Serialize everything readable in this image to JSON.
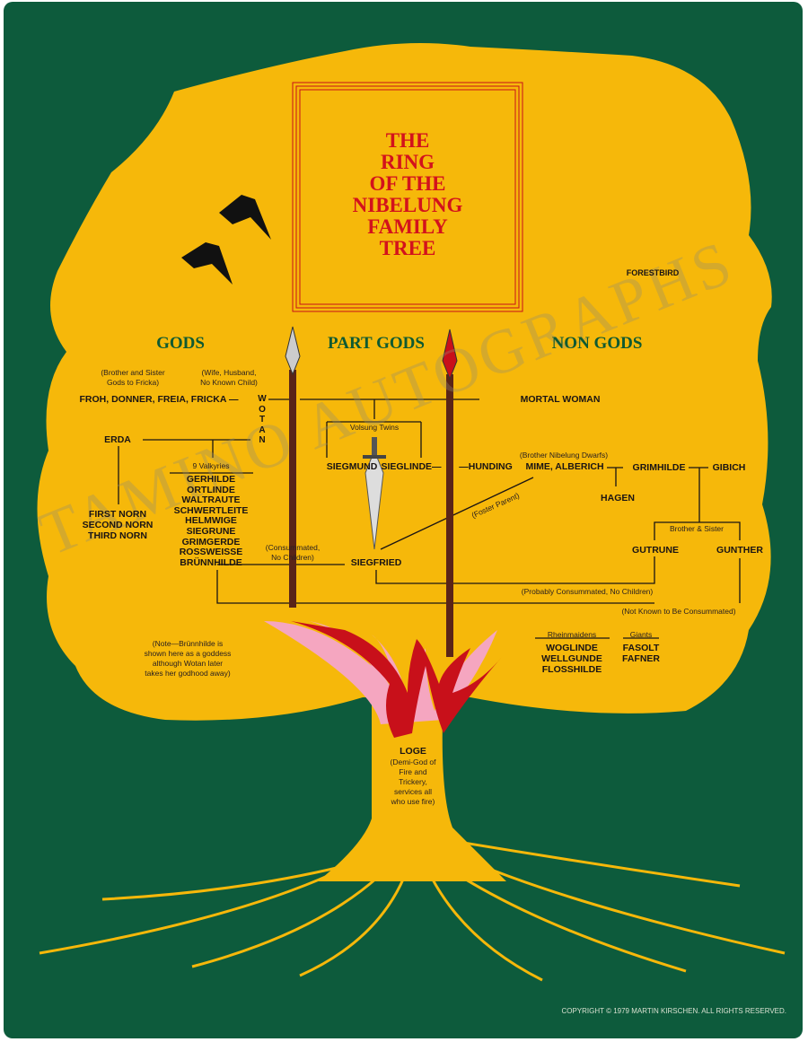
{
  "title_lines": [
    "THE",
    "RING",
    "OF THE",
    "NIBELUNG",
    "FAMILY",
    "TREE"
  ],
  "headings": {
    "gods": "GODS",
    "part_gods": "PART GODS",
    "non_gods": "NON GODS"
  },
  "forestbird": "FORESTBIRD",
  "notes": {
    "brother_sister_1": "(Brother and Sister",
    "brother_sister_2": "Gods to Fricka)",
    "wife_husband_1": "(Wife, Husband,",
    "wife_husband_2": "No Known Child)",
    "volsung": "Volsung Twins",
    "valkyries": "9 Valkyries",
    "consummated_1": "(Consummated,",
    "consummated_2": "No Children)",
    "nibelung": "(Brother Nibelung Dwarfs)",
    "foster": "(Foster Parent)",
    "brother_sister": "Brother & Sister",
    "probably": "(Probably Consummated, No Children)",
    "not_known": "(Not Known to Be Consummated)",
    "note_lines": [
      "(Note—Brünnhilde is",
      "shown here as a goddess",
      "although Wotan later",
      "takes her godhood away)"
    ],
    "rheinmaidens": "Rheinmaidens",
    "giants": "Giants",
    "loge_lines": [
      "(Demi-God of",
      "Fire and",
      "Trickery,",
      "services all",
      "who use fire)"
    ]
  },
  "names": {
    "gods_group": "FROH, DONNER, FREIA, FRICKA —",
    "wotan_letters": [
      "W",
      "O",
      "T",
      "A",
      "N"
    ],
    "erda": "ERDA",
    "norns": [
      "FIRST NORN",
      "SECOND NORN",
      "THIRD NORN"
    ],
    "valkyries": [
      "GERHILDE",
      "ORTLINDE",
      "WALTRAUTE",
      "SCHWERTLEITE",
      "HELMWIGE",
      "SIEGRUNE",
      "GRIMGERDE",
      "ROSSWEISSE",
      "BRÜNNHILDE"
    ],
    "siegmund": "SIEGMUND",
    "sieglinde": "SIEGLINDE—",
    "hunding": "—HUNDING",
    "siegfried": "SIEGFRIED",
    "mortal_woman": "MORTAL WOMAN",
    "mime_alberich": "MIME, ALBERICH",
    "grimhilde": "GRIMHILDE",
    "gibich": "GIBICH",
    "hagen": "HAGEN",
    "gutrune": "GUTRUNE",
    "gunther": "GUNTHER",
    "rheinmaidens": [
      "WOGLINDE",
      "WELLGUNDE",
      "FLOSSHILDE"
    ],
    "giants": [
      "FASOLT",
      "FAFNER"
    ],
    "loge": "LOGE"
  },
  "watermark": "TAMINO AUTOGRAPHS",
  "copyright": "COPYRIGHT © 1979 MARTIN KIRSCHEN. ALL RIGHTS RESERVED.",
  "colors": {
    "background": "#0d5b3c",
    "tree": "#f6b80a",
    "title": "#d3121c",
    "heading": "#0f5a32"
  }
}
